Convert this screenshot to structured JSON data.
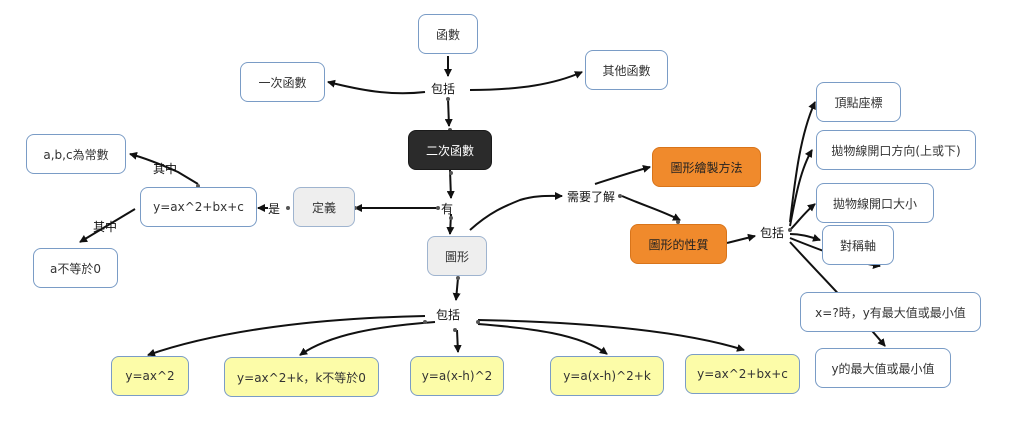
{
  "nodes": {
    "hanshu": "函數",
    "yici": "一次函數",
    "qita": "其他函數",
    "erci": "二次函數",
    "changshu": "a,b,c為常數",
    "formula": "y=ax^2+bx+c",
    "dingyi": "定義",
    "budengyu": "a不等於0",
    "tuxing": "圖形",
    "huizhi": "圖形繪製方法",
    "xingzhi": "圖形的性質",
    "dingdian": "頂點座標",
    "kaikou_dir": "拋物線開口方向(上或下)",
    "kaikou_size": "拋物線開口大小",
    "duichen": "對稱軸",
    "xeq": "x=?時，y有最大值或最小值",
    "ymax": "y的最大值或最小值",
    "f1": "y=ax^2",
    "f2": "y=ax^2+k，k不等於0",
    "f3": "y=a(x-h)^2",
    "f4": "y=a(x-h)^2+k",
    "f5": "y=ax^2+bx+c"
  },
  "labels": {
    "baokuo_top": "包括",
    "you": "有",
    "shi": "是",
    "qizhong1": "其中",
    "qizhong2": "其中",
    "xuyao": "需要了解",
    "baokuo_right": "包括",
    "baokuo_bottom": "包括"
  }
}
